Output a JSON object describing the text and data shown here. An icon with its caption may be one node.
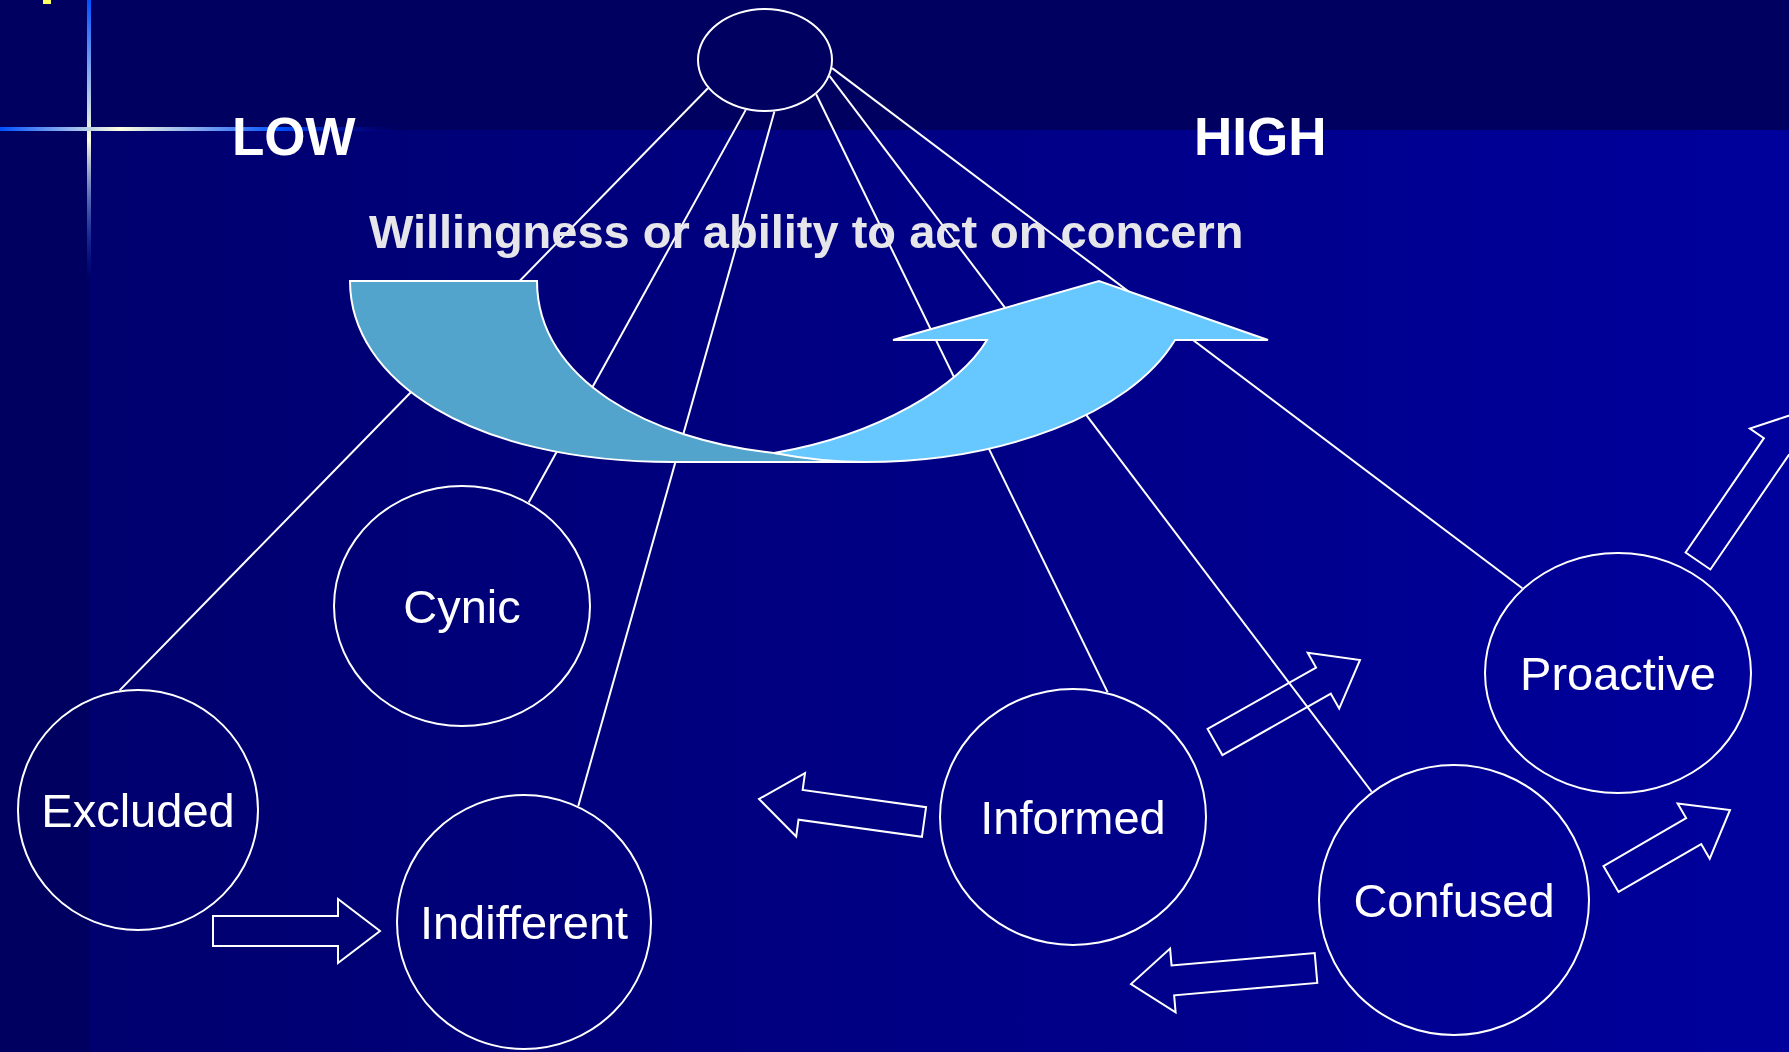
{
  "diagram": {
    "nodes": [
      {
        "text": [],
        "shape": "circle"
      },
      {
        "text": [
          "Cynic"
        ]
      },
      {
        "text": [
          "Excluded"
        ]
      },
      {
        "text": [
          "Indifferent"
        ]
      },
      {
        "text": [
          "Informed"
        ]
      },
      {
        "text": [
          "Confused"
        ]
      },
      {
        "text": [
          "Proactive"
        ]
      }
    ],
    "edges": [
      {
        "from": 0,
        "to": 2,
        "arrow": "none"
      },
      {
        "from": 0,
        "to": 1,
        "arrow": "none"
      },
      {
        "from": 0,
        "to": 3,
        "arrow": "none"
      },
      {
        "from": 0,
        "to": 4,
        "arrow": "none"
      },
      {
        "from": 0,
        "to": 5,
        "arrow": "none"
      },
      {
        "from": 0,
        "to": 6,
        "arrow": "none"
      },
      {
        "from": 2,
        "to": 3,
        "arrow": "to",
        "style": "thick"
      },
      {
        "from": 4,
        "to": null,
        "arrow": "to",
        "style": "thick"
      },
      {
        "from": 4,
        "to": null,
        "arrow": "to",
        "style": "thick"
      },
      {
        "from": 5,
        "to": null,
        "arrow": "to",
        "style": "thick"
      },
      {
        "from": 5,
        "to": null,
        "arrow": "to",
        "style": "thick"
      },
      {
        "from": 6,
        "to": null,
        "arrow": "to",
        "style": "thick"
      }
    ],
    "labels": [
      "LOW",
      "HIGH",
      "Willingness or ability to act on concern"
    ]
  }
}
